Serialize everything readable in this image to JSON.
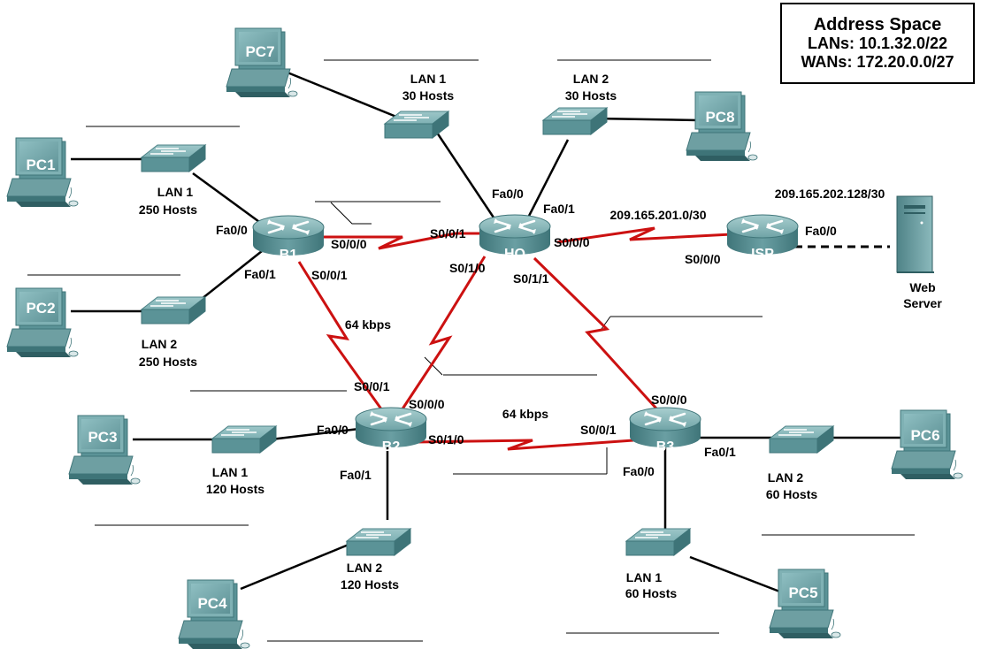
{
  "address_space": {
    "title": "Address Space",
    "lans": "LANs: 10.1.32.0/22",
    "wans": "WANs: 172.20.0.0/27"
  },
  "routers": {
    "b1": "B1",
    "hq": "HQ",
    "isp": "ISP",
    "b2": "B2",
    "b3": "B3"
  },
  "pcs": {
    "pc1": "PC1",
    "pc2": "PC2",
    "pc3": "PC3",
    "pc4": "PC4",
    "pc5": "PC5",
    "pc6": "PC6",
    "pc7": "PC7",
    "pc8": "PC8"
  },
  "lans": {
    "b1_lan1": {
      "name": "LAN 1",
      "hosts": "250 Hosts"
    },
    "b1_lan2": {
      "name": "LAN 2",
      "hosts": "250 Hosts"
    },
    "hq_lan1": {
      "name": "LAN 1",
      "hosts": "30 Hosts"
    },
    "hq_lan2": {
      "name": "LAN 2",
      "hosts": "30 Hosts"
    },
    "b2_lan1": {
      "name": "LAN 1",
      "hosts": "120 Hosts"
    },
    "b2_lan2": {
      "name": "LAN 2",
      "hosts": "120 Hosts"
    },
    "b3_lan1": {
      "name": "LAN 1",
      "hosts": "60 Hosts"
    },
    "b3_lan2": {
      "name": "LAN 2",
      "hosts": "60 Hosts"
    }
  },
  "server": {
    "line1": "Web",
    "line2": "Server"
  },
  "networks": {
    "isp_lan": "209.165.202.128/30",
    "hq_isp_wan": "209.165.201.0/30"
  },
  "bandwidth": {
    "b1_b2": "64 kbps",
    "b2_b3": "64 kbps"
  },
  "interfaces": {
    "b1_fa00": "Fa0/0",
    "b1_fa01": "Fa0/1",
    "b1_s000": "S0/0/0",
    "b1_s001": "S0/0/1",
    "hq_fa00": "Fa0/0",
    "hq_fa01": "Fa0/1",
    "hq_s001": "S0/0/1",
    "hq_s000": "S0/0/0",
    "hq_s010": "S0/1/0",
    "hq_s011": "S0/1/1",
    "isp_s000": "S0/0/0",
    "isp_fa00": "Fa0/0",
    "b2_s001": "S0/0/1",
    "b2_s000": "S0/0/0",
    "b2_fa00": "Fa0/0",
    "b2_s010": "S0/1/0",
    "b2_fa01": "Fa0/1",
    "b3_s000": "S0/0/0",
    "b3_s001": "S0/0/1",
    "b3_fa01": "Fa0/1",
    "b3_fa00": "Fa0/0"
  }
}
